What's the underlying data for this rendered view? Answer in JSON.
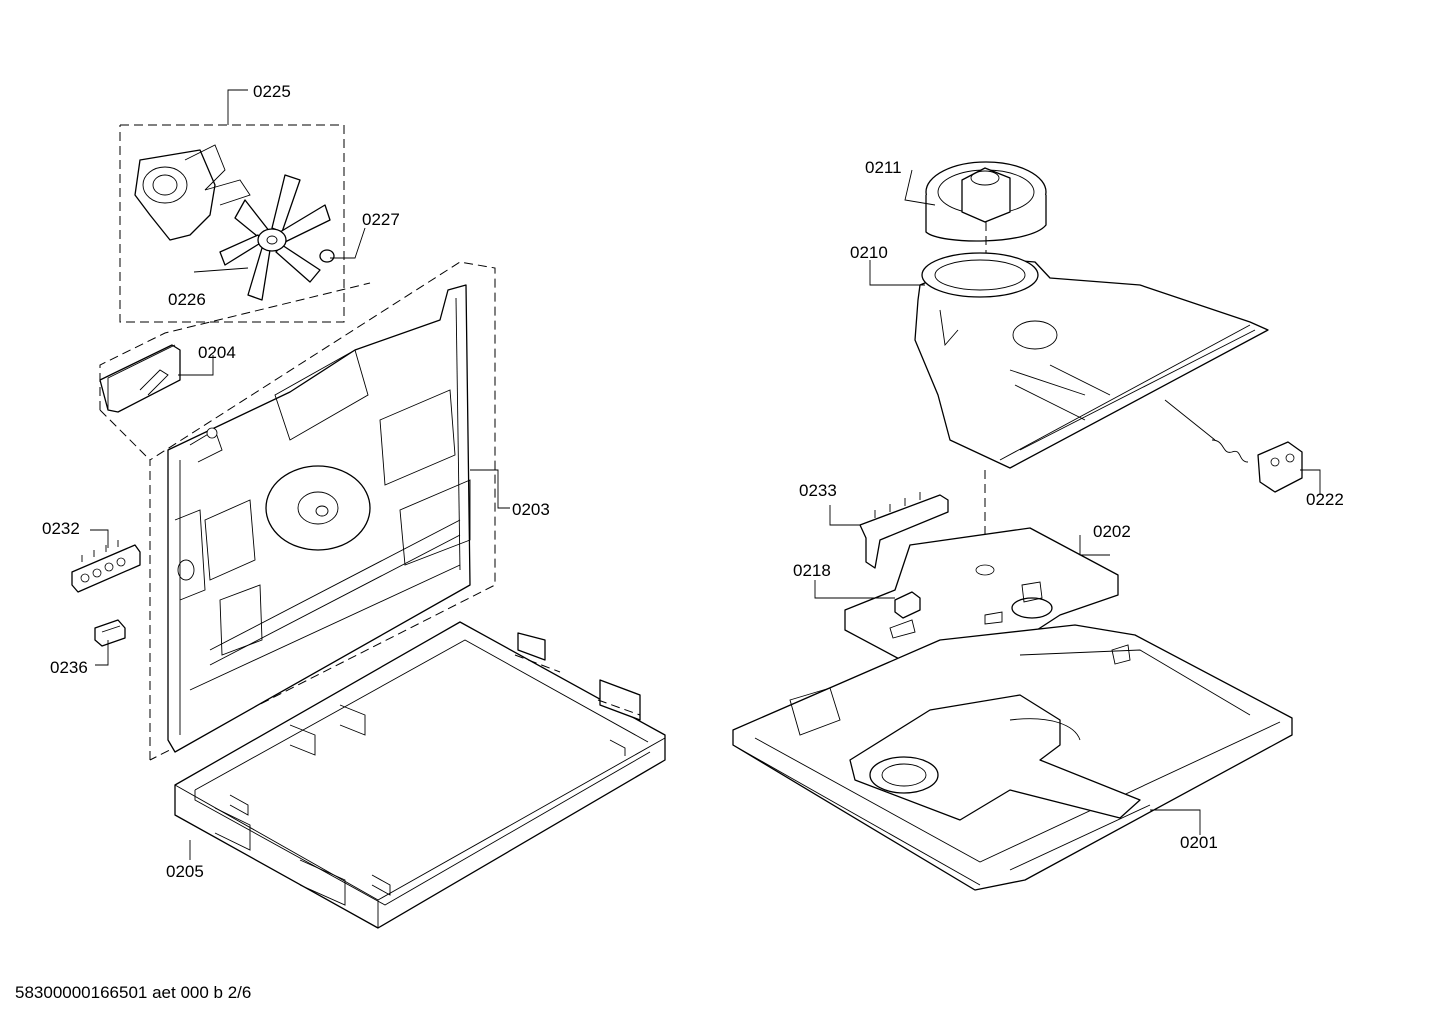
{
  "labels": {
    "p0225": "0225",
    "p0227": "0227",
    "p0226": "0226",
    "p0204": "0204",
    "p0203": "0203",
    "p0232": "0232",
    "p0236": "0236",
    "p0205": "0205",
    "p0211": "0211",
    "p0210": "0210",
    "p0222": "0222",
    "p0233": "0233",
    "p0202": "0202",
    "p0218": "0218",
    "p0201": "0201"
  },
  "footer": "58300000166501 aet 000 b 2/6"
}
